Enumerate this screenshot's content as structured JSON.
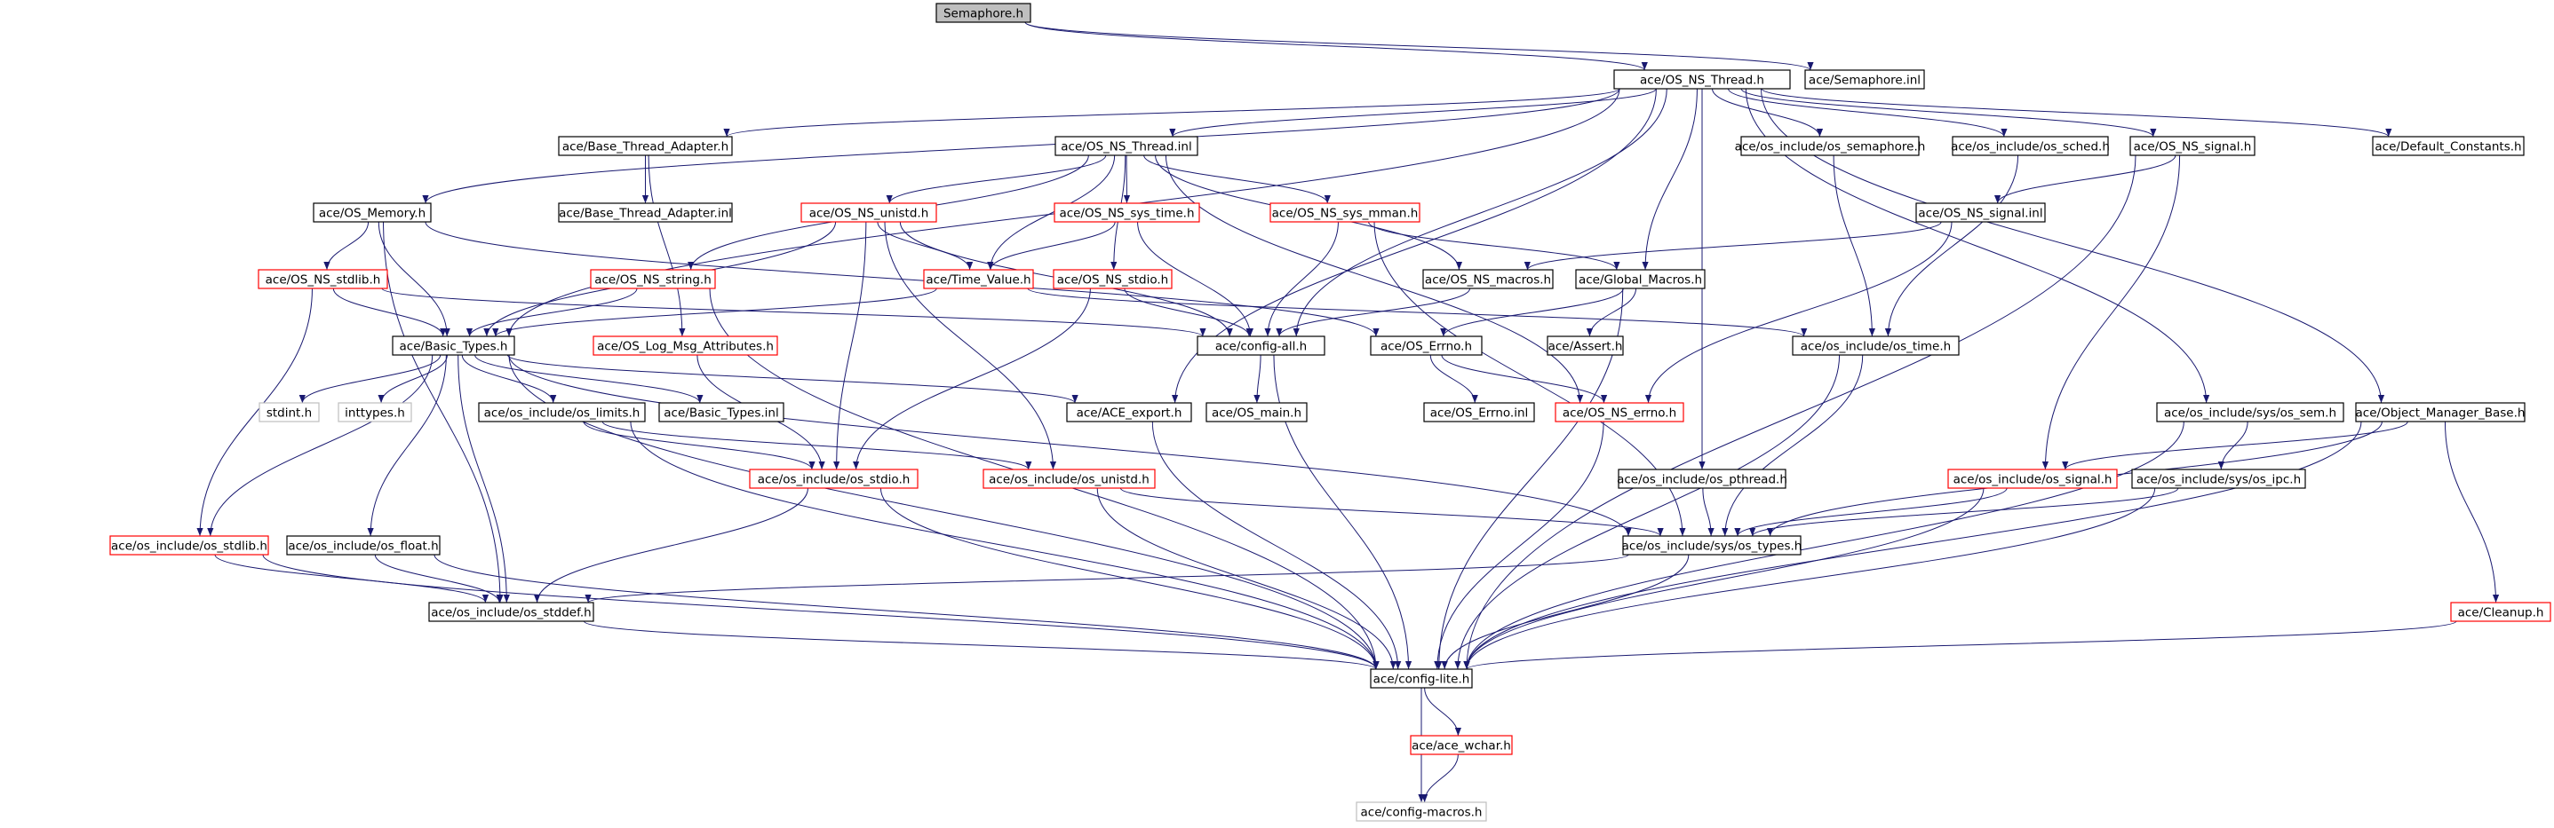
{
  "colors": {
    "edge": "#191970",
    "normal_border": "#000000",
    "truncated_border": "#ff0000",
    "external_border": "#bfbfbf",
    "root_fill": "#bfbfbf"
  },
  "nodes": [
    {
      "id": "n1",
      "label": "Semaphore.h",
      "kind": "root"
    },
    {
      "id": "n2",
      "label": "ace/OS_NS_Thread.h",
      "kind": "normal"
    },
    {
      "id": "n3",
      "label": "ace/Semaphore.inl",
      "kind": "normal"
    },
    {
      "id": "n4",
      "label": "ace/Base_Thread_Adapter.h",
      "kind": "normal"
    },
    {
      "id": "n5",
      "label": "ace/OS_NS_Thread.inl",
      "kind": "normal"
    },
    {
      "id": "n6",
      "label": "ace/os_include/os_semaphore.h",
      "kind": "normal"
    },
    {
      "id": "n7",
      "label": "ace/os_include/os_sched.h",
      "kind": "normal"
    },
    {
      "id": "n8",
      "label": "ace/OS_NS_signal.h",
      "kind": "normal"
    },
    {
      "id": "n9",
      "label": "ace/Default_Constants.h",
      "kind": "normal"
    },
    {
      "id": "n10",
      "label": "ace/OS_Memory.h",
      "kind": "normal"
    },
    {
      "id": "n11",
      "label": "ace/Base_Thread_Adapter.inl",
      "kind": "normal"
    },
    {
      "id": "n12",
      "label": "ace/OS_NS_unistd.h",
      "kind": "truncated"
    },
    {
      "id": "n13",
      "label": "ace/OS_NS_sys_time.h",
      "kind": "truncated"
    },
    {
      "id": "n14",
      "label": "ace/OS_NS_sys_mman.h",
      "kind": "truncated"
    },
    {
      "id": "n15",
      "label": "ace/OS_NS_signal.inl",
      "kind": "normal"
    },
    {
      "id": "n16",
      "label": "ace/OS_NS_stdlib.h",
      "kind": "truncated"
    },
    {
      "id": "n17",
      "label": "ace/OS_NS_string.h",
      "kind": "truncated"
    },
    {
      "id": "n18",
      "label": "ace/Time_Value.h",
      "kind": "truncated"
    },
    {
      "id": "n19",
      "label": "ace/OS_NS_stdio.h",
      "kind": "truncated"
    },
    {
      "id": "n20",
      "label": "ace/OS_NS_macros.h",
      "kind": "normal"
    },
    {
      "id": "n21",
      "label": "ace/Global_Macros.h",
      "kind": "normal"
    },
    {
      "id": "n22",
      "label": "ace/Basic_Types.h",
      "kind": "normal"
    },
    {
      "id": "n23",
      "label": "ace/OS_Log_Msg_Attributes.h",
      "kind": "truncated"
    },
    {
      "id": "n24",
      "label": "ace/config-all.h",
      "kind": "normal"
    },
    {
      "id": "n25",
      "label": "ace/OS_Errno.h",
      "kind": "normal"
    },
    {
      "id": "n26",
      "label": "ace/Assert.h",
      "kind": "normal"
    },
    {
      "id": "n27",
      "label": "ace/os_include/os_time.h",
      "kind": "normal"
    },
    {
      "id": "n28",
      "label": "stdint.h",
      "kind": "external"
    },
    {
      "id": "n29",
      "label": "inttypes.h",
      "kind": "external"
    },
    {
      "id": "n30",
      "label": "ace/os_include/os_limits.h",
      "kind": "normal"
    },
    {
      "id": "n31",
      "label": "ace/Basic_Types.inl",
      "kind": "normal"
    },
    {
      "id": "n32",
      "label": "ace/ACE_export.h",
      "kind": "normal"
    },
    {
      "id": "n33",
      "label": "ace/OS_main.h",
      "kind": "normal"
    },
    {
      "id": "n34",
      "label": "ace/OS_Errno.inl",
      "kind": "normal"
    },
    {
      "id": "n35",
      "label": "ace/OS_NS_errno.h",
      "kind": "truncated"
    },
    {
      "id": "n36",
      "label": "ace/os_include/sys/os_sem.h",
      "kind": "normal"
    },
    {
      "id": "n37",
      "label": "ace/Object_Manager_Base.h",
      "kind": "normal"
    },
    {
      "id": "n38",
      "label": "ace/os_include/os_stdio.h",
      "kind": "truncated"
    },
    {
      "id": "n39",
      "label": "ace/os_include/os_unistd.h",
      "kind": "truncated"
    },
    {
      "id": "n40",
      "label": "ace/os_include/os_pthread.h",
      "kind": "normal"
    },
    {
      "id": "n41",
      "label": "ace/os_include/os_signal.h",
      "kind": "truncated"
    },
    {
      "id": "n42",
      "label": "ace/os_include/sys/os_ipc.h",
      "kind": "normal"
    },
    {
      "id": "n43",
      "label": "ace/os_include/os_stdlib.h",
      "kind": "truncated"
    },
    {
      "id": "n44",
      "label": "ace/os_include/os_float.h",
      "kind": "normal"
    },
    {
      "id": "n45",
      "label": "ace/os_include/sys/os_types.h",
      "kind": "normal"
    },
    {
      "id": "n46",
      "label": "ace/os_include/os_stddef.h",
      "kind": "normal"
    },
    {
      "id": "n47",
      "label": "ace/Cleanup.h",
      "kind": "truncated"
    },
    {
      "id": "n48",
      "label": "ace/config-lite.h",
      "kind": "normal"
    },
    {
      "id": "n49",
      "label": "ace/ace_wchar.h",
      "kind": "truncated"
    },
    {
      "id": "n50",
      "label": "ace/config-macros.h",
      "kind": "external"
    }
  ],
  "edges": [
    [
      "n1",
      "n2"
    ],
    [
      "n1",
      "n3"
    ],
    [
      "n2",
      "n4"
    ],
    [
      "n2",
      "n5"
    ],
    [
      "n2",
      "n6"
    ],
    [
      "n2",
      "n7"
    ],
    [
      "n2",
      "n8"
    ],
    [
      "n2",
      "n9"
    ],
    [
      "n2",
      "n10"
    ],
    [
      "n2",
      "n22"
    ],
    [
      "n2",
      "n24"
    ],
    [
      "n2",
      "n21"
    ],
    [
      "n2",
      "n32"
    ],
    [
      "n2",
      "n40"
    ],
    [
      "n2",
      "n36"
    ],
    [
      "n2",
      "n37"
    ],
    [
      "n4",
      "n11"
    ],
    [
      "n4",
      "n23"
    ],
    [
      "n5",
      "n12"
    ],
    [
      "n5",
      "n13"
    ],
    [
      "n5",
      "n14"
    ],
    [
      "n5",
      "n17"
    ],
    [
      "n5",
      "n18"
    ],
    [
      "n5",
      "n19"
    ],
    [
      "n5",
      "n20"
    ],
    [
      "n5",
      "n35"
    ],
    [
      "n6",
      "n27"
    ],
    [
      "n7",
      "n27"
    ],
    [
      "n8",
      "n15"
    ],
    [
      "n8",
      "n41"
    ],
    [
      "n8",
      "n48"
    ],
    [
      "n10",
      "n16"
    ],
    [
      "n10",
      "n22"
    ],
    [
      "n10",
      "n25"
    ],
    [
      "n10",
      "n46"
    ],
    [
      "n12",
      "n22"
    ],
    [
      "n12",
      "n18"
    ],
    [
      "n12",
      "n38"
    ],
    [
      "n12",
      "n39"
    ],
    [
      "n12",
      "n24"
    ],
    [
      "n13",
      "n18"
    ],
    [
      "n13",
      "n24"
    ],
    [
      "n14",
      "n21"
    ],
    [
      "n14",
      "n24"
    ],
    [
      "n14",
      "n45"
    ],
    [
      "n15",
      "n20"
    ],
    [
      "n15",
      "n35"
    ],
    [
      "n16",
      "n22"
    ],
    [
      "n16",
      "n43"
    ],
    [
      "n16",
      "n24"
    ],
    [
      "n17",
      "n22"
    ],
    [
      "n17",
      "n48"
    ],
    [
      "n18",
      "n22"
    ],
    [
      "n18",
      "n27"
    ],
    [
      "n19",
      "n24"
    ],
    [
      "n19",
      "n38"
    ],
    [
      "n20",
      "n24"
    ],
    [
      "n21",
      "n25"
    ],
    [
      "n21",
      "n26"
    ],
    [
      "n21",
      "n48"
    ],
    [
      "n22",
      "n28"
    ],
    [
      "n22",
      "n29"
    ],
    [
      "n22",
      "n30"
    ],
    [
      "n22",
      "n31"
    ],
    [
      "n22",
      "n32"
    ],
    [
      "n22",
      "n44"
    ],
    [
      "n22",
      "n46"
    ],
    [
      "n22",
      "n43"
    ],
    [
      "n22",
      "n45"
    ],
    [
      "n22",
      "n48"
    ],
    [
      "n23",
      "n38"
    ],
    [
      "n24",
      "n33"
    ],
    [
      "n24",
      "n48"
    ],
    [
      "n25",
      "n34"
    ],
    [
      "n25",
      "n35"
    ],
    [
      "n27",
      "n45"
    ],
    [
      "n27",
      "n48"
    ],
    [
      "n30",
      "n38"
    ],
    [
      "n30",
      "n39"
    ],
    [
      "n30",
      "n48"
    ],
    [
      "n32",
      "n48"
    ],
    [
      "n35",
      "n48"
    ],
    [
      "n36",
      "n42"
    ],
    [
      "n36",
      "n48"
    ],
    [
      "n37",
      "n41"
    ],
    [
      "n37",
      "n45"
    ],
    [
      "n37",
      "n47"
    ],
    [
      "n37",
      "n48"
    ],
    [
      "n38",
      "n46"
    ],
    [
      "n38",
      "n48"
    ],
    [
      "n39",
      "n45"
    ],
    [
      "n39",
      "n48"
    ],
    [
      "n40",
      "n45"
    ],
    [
      "n41",
      "n45"
    ],
    [
      "n41",
      "n48"
    ],
    [
      "n42",
      "n45"
    ],
    [
      "n42",
      "n48"
    ],
    [
      "n43",
      "n46"
    ],
    [
      "n43",
      "n48"
    ],
    [
      "n44",
      "n46"
    ],
    [
      "n44",
      "n48"
    ],
    [
      "n45",
      "n46"
    ],
    [
      "n45",
      "n48"
    ],
    [
      "n46",
      "n48"
    ],
    [
      "n47",
      "n48"
    ],
    [
      "n48",
      "n49"
    ],
    [
      "n48",
      "n50"
    ],
    [
      "n49",
      "n50"
    ]
  ]
}
